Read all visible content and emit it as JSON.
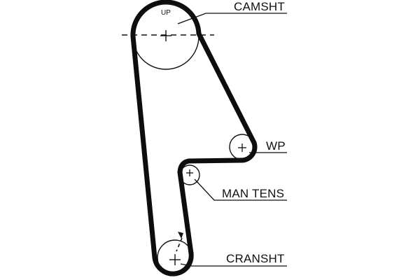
{
  "labels": {
    "camshaft": "CAMSHT",
    "water_pump": "WP",
    "manual_tensioner": "MAN TENS",
    "crankshaft": "CRANSHT",
    "up": "UP"
  },
  "colors": {
    "belt": "#0d0d0d",
    "line": "#111111",
    "text": "#111111",
    "background": "#ffffff"
  }
}
